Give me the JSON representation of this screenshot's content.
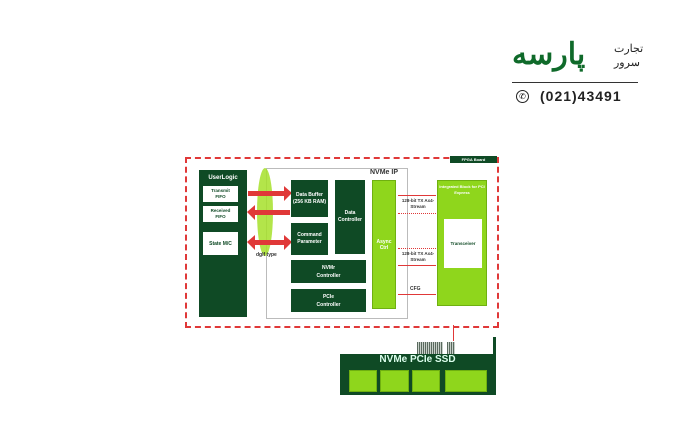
{
  "logo": {
    "brand_fa": "پارسه",
    "tagline_fa_1": "تجارت",
    "tagline_fa_2": "سرور",
    "phone": "(021)43491",
    "phone_icon": "phone-icon"
  },
  "diagram": {
    "fpga_label": "FPGA Board",
    "userlogic": {
      "title": "UserLogic",
      "transmit": "Transmit FIFO",
      "received": "Received FIFO",
      "state": "State M/C"
    },
    "interface_label": "dgIf type",
    "nvme_ip": {
      "title": "NVMe IP",
      "data_buffer": "Data Buffer (256 KB RAM)",
      "data_controller": "Data Controller",
      "command_parameter": "Command Parameter",
      "nvmr_controller": "NVMr Controller",
      "pcie_controller": "PCIe Controller",
      "async_ctrl": "Async Ctrl"
    },
    "links": {
      "tx_top": "128-bit TX Ax4-Stream",
      "tx_bottom": "128-bit TX Ax4-Stream",
      "cfg": "CFG"
    },
    "pcie_block": {
      "title": "Integrated Block for PCI Express",
      "transceiver": "Transceiver"
    },
    "ssd": {
      "label": "NVMe PCIe SSD"
    }
  },
  "colors": {
    "dark_green": "#0f4a25",
    "light_green": "#8fd61c",
    "red": "#e03838"
  }
}
